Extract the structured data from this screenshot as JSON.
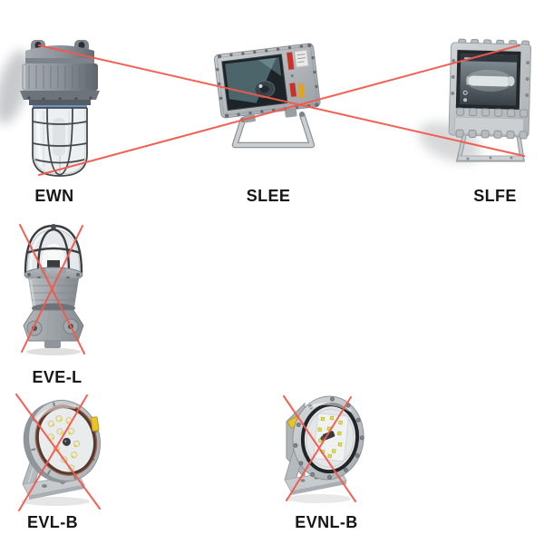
{
  "page": {
    "background": "#ffffff",
    "kind": "discontinued hazardous-location lighting product lineup"
  },
  "colors": {
    "cross": "#f2594d",
    "label": "#161616"
  },
  "products": [
    {
      "name": "EWN",
      "crossed_out": true
    },
    {
      "name": "SLEE",
      "crossed_out": true
    },
    {
      "name": "SLFE",
      "crossed_out": true
    },
    {
      "name": "EVE-L",
      "crossed_out": true
    },
    {
      "name": "EVL-B",
      "crossed_out": true
    },
    {
      "name": "EVNL-B",
      "crossed_out": true
    }
  ],
  "cross_marks": [
    {
      "covers": [
        "EWN",
        "SLEE",
        "SLFE"
      ]
    },
    {
      "covers": [
        "EVE-L"
      ]
    },
    {
      "covers": [
        "EVL-B"
      ]
    },
    {
      "covers": [
        "EVNL-B"
      ]
    }
  ]
}
